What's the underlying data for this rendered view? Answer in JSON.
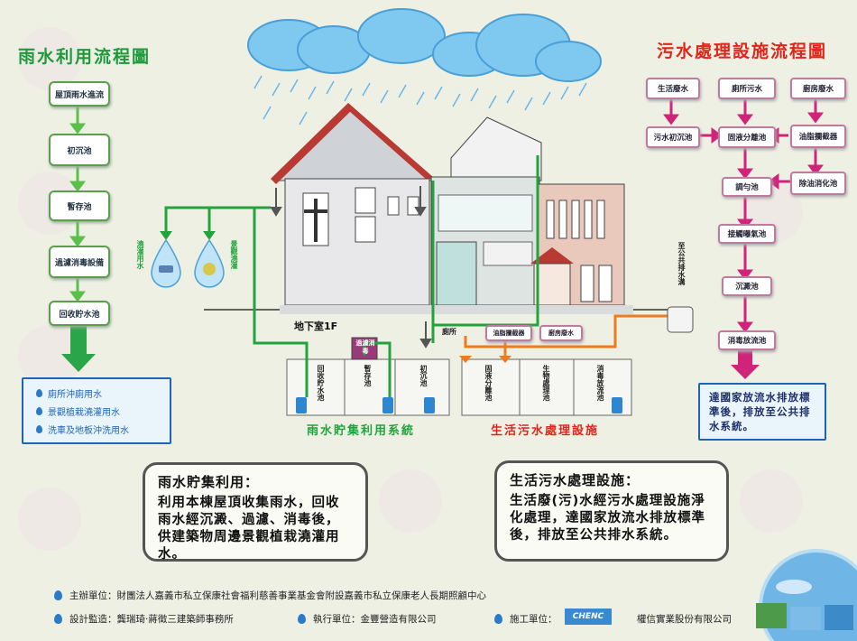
{
  "rain_title": "雨水利用流程圖",
  "sewage_title": "污水處理設施流程圖",
  "rain_flow": [
    "屋頂雨水進流",
    "初沉池",
    "暫存池",
    "過濾消毒設備",
    "回收貯水池"
  ],
  "rain_uses": [
    "廁所沖廁用水",
    "景觀植栽澆灌用水",
    "洗車及地板沖洗用水"
  ],
  "rain_side_labels": [
    "澆灌用水",
    "景觀澆灌"
  ],
  "sewage_flow": {
    "sources": [
      "生活廢水",
      "廁所污水",
      "廚房廢水"
    ],
    "steps": [
      "污水初沉池",
      "固液分離池",
      "油脂攔截器",
      "除油消化池",
      "調勻池",
      "接觸曝氣池",
      "沉澱池",
      "消毒放流池"
    ],
    "final": "達國家放流水排放標準後，排放至公共排水系統。"
  },
  "building": {
    "basement": "地下室1F",
    "toilet": "廁所",
    "grease": "油脂攔截器",
    "kitchen": "廚房廢水",
    "filter": "過濾消毒",
    "public_drain": "至公共排水溝",
    "tanks_rain": [
      "回收貯水池",
      "暫存池",
      "初沉池"
    ],
    "tanks_sewage": [
      "固液分離池",
      "生物處理池",
      "消毒放流池"
    ],
    "system_rain": "雨水貯集利用系統",
    "system_sewage": "生活污水處理設施"
  },
  "notes": {
    "rain_title": "雨水貯集利用：",
    "rain_body": "利用本棟屋頂收集雨水，回收雨水經沉澱、過濾、消毒後，供建築物周邊景觀植栽澆灌用水。",
    "sewage_title": "生活污水處理設施：",
    "sewage_body": "生活廢(污)水經污水處理設施淨化處理，達國家放流水排放標準後，排放至公共排水系統。"
  },
  "footer": {
    "sponsor": "主辦單位：財團法人嘉義市私立保康社會福利慈善事業基金會附設嘉義市私立保康老人長期照顧中心",
    "design": "設計監造：龔瑞琦‧蔣徵三建築師事務所",
    "exec": "執行單位：金豐營造有限公司",
    "construct": "施工單位：",
    "construct_co": "權信實業股份有限公司",
    "logo_text": "CHENC"
  },
  "colors": {
    "green": "#1e9a3a",
    "red": "#e0251b",
    "pink": "#d0247a",
    "blue": "#1f63b6",
    "orange": "#f07a1c"
  }
}
